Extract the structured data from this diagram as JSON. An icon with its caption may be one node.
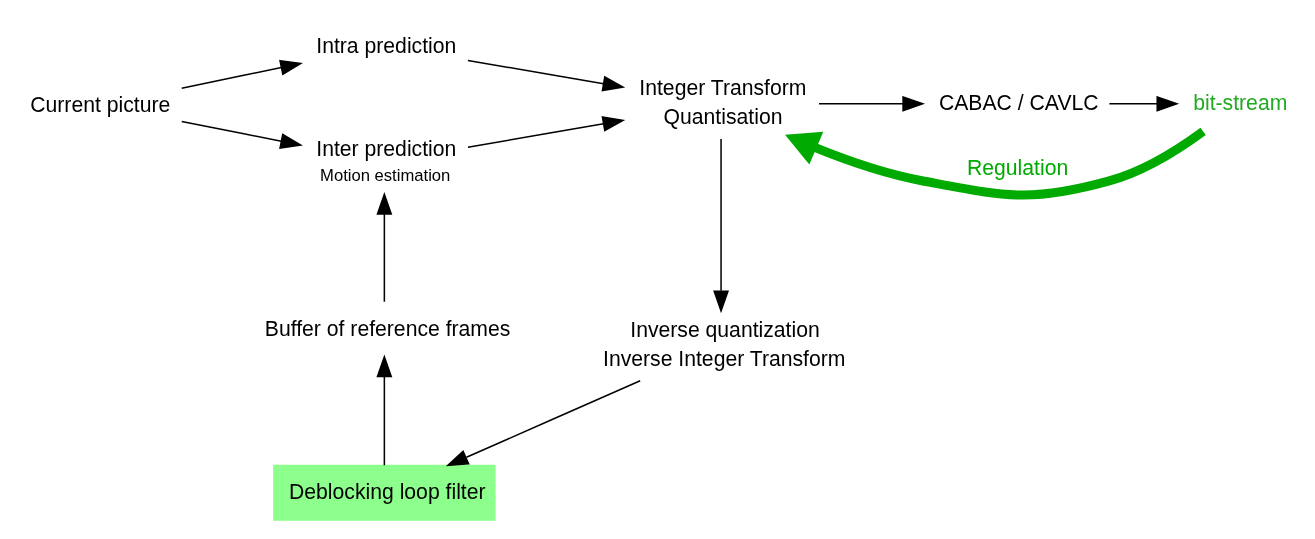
{
  "diagram": {
    "nodes": [
      {
        "text": [
          "Current picture"
        ]
      },
      {
        "text": [
          "Intra prediction"
        ]
      },
      {
        "text": [
          "Inter prediction"
        ],
        "beside": [
          "Motion estimation"
        ]
      },
      {
        "text": [
          "Integer Transform",
          "Quantisation"
        ]
      },
      {
        "text": [
          "CABAC / CAVLC"
        ]
      },
      {
        "text": [
          "bit-stream"
        ]
      },
      {
        "text": [
          "Inverse quantization",
          "Inverse Integer Transform"
        ]
      },
      {
        "text": [
          "Deblocking loop filter"
        ]
      },
      {
        "text": [
          "Buffer of reference frames"
        ]
      }
    ],
    "edges": [
      {
        "from": 0,
        "to": 1,
        "arrow": "to"
      },
      {
        "from": 0,
        "to": 2,
        "arrow": "to"
      },
      {
        "from": 1,
        "to": 3,
        "arrow": "to"
      },
      {
        "from": 2,
        "to": 3,
        "arrow": "to"
      },
      {
        "from": 3,
        "to": 4,
        "arrow": "to"
      },
      {
        "from": 4,
        "to": 5,
        "arrow": "to"
      },
      {
        "from": 3,
        "to": 6,
        "arrow": "to"
      },
      {
        "from": 6,
        "to": 7,
        "arrow": "to"
      },
      {
        "from": 7,
        "to": 8,
        "arrow": "to"
      },
      {
        "from": 8,
        "to": 2,
        "arrow": "to"
      },
      {
        "from": 5,
        "to": 3,
        "arrow": "to",
        "label": "Regulation",
        "style": "thick",
        "color": "#00aa00"
      }
    ]
  }
}
